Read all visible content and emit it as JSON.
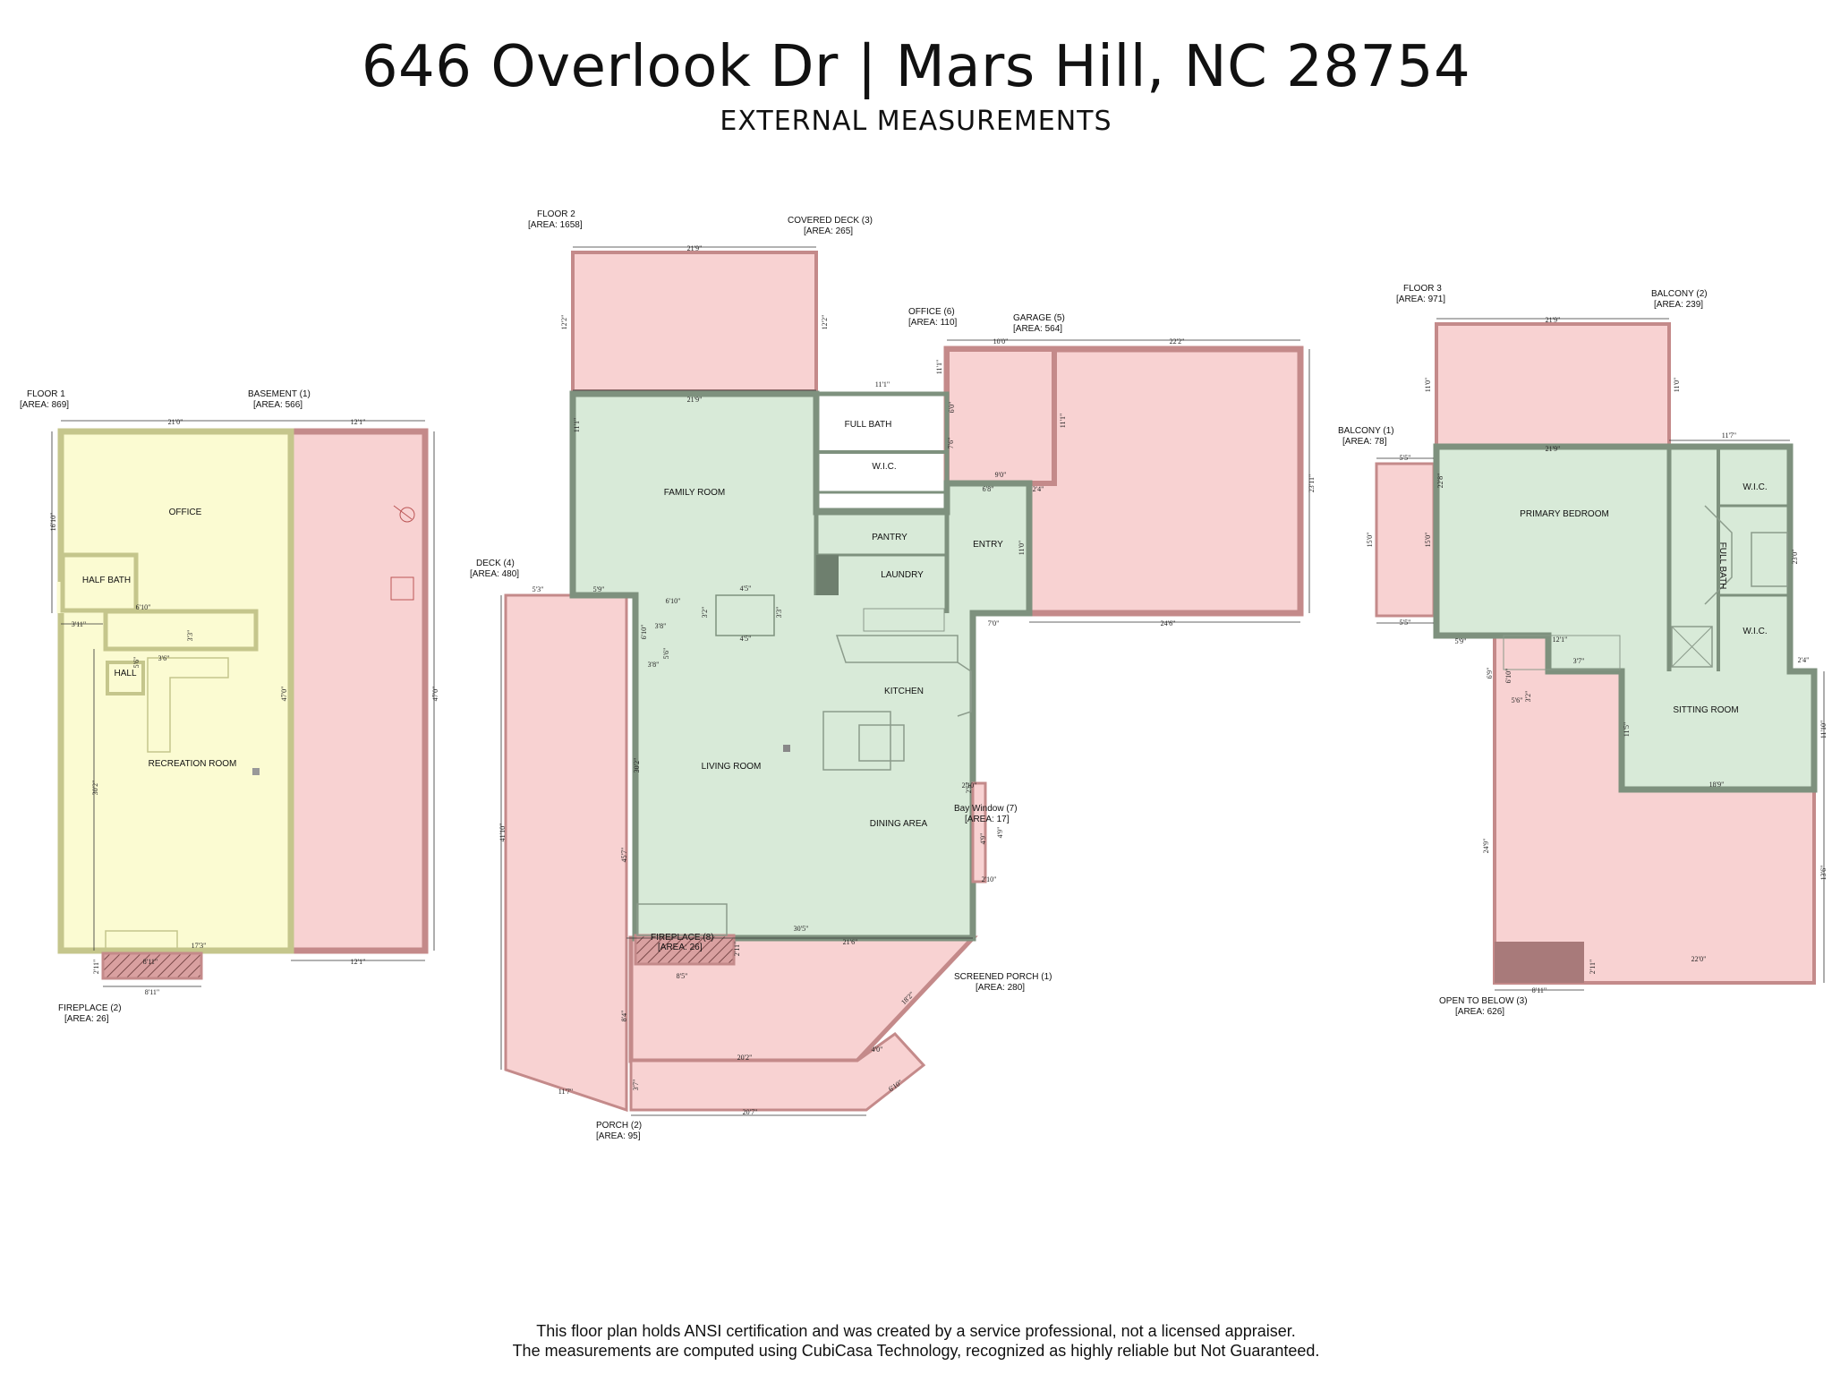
{
  "header": {
    "title": "646 Overlook Dr | Mars Hill, NC 28754",
    "subtitle": "EXTERNAL MEASUREMENTS"
  },
  "footer": {
    "line1": "This floor plan holds ANSI certification and was created by a service professional, not a licensed appraiser.",
    "line2": "The measurements are computed using CubiCasa Technology, recognized as highly reliable but Not Guaranteed."
  },
  "colors": {
    "living_area": "#d8ead8",
    "non_living_area": "#f8d2d2",
    "basement_area": "#fbfbd2",
    "wall_living": "#7e917e",
    "wall_non_living": "#c48a8a",
    "wall_basement": "#c5c68c",
    "fireplace": "#a87a7a"
  },
  "floor1": {
    "floor_label": "FLOOR 1",
    "floor_area": "[AREA: 869]",
    "basement_label": "BASEMENT (1)",
    "basement_area": "[AREA: 566]",
    "fireplace_label": "FIREPLACE (2)",
    "fireplace_area": "[AREA: 26]",
    "rooms": {
      "office": "OFFICE",
      "half_bath": "HALF BATH",
      "hall": "HALL",
      "recreation_room": "RECREATION ROOM"
    },
    "dims": {
      "top_office": "21'0\"",
      "top_basement": "12'1\"",
      "left_office": "16'10\"",
      "left_bath": "3'11\"",
      "stair": "6'10\"",
      "stair_v": "3'3\"",
      "hall_v": "5'6\"",
      "hall_w": "3'6\"",
      "left_rec": "30'2\"",
      "right_mid": "47'0\"",
      "right_basement": "47'0\"",
      "fireplace_in": "8'11\"",
      "fireplace_bottom": "8'11\"",
      "fireplace_side": "2'11\"",
      "rec_bottom": "17'3\"",
      "basement_bottom": "12'1\""
    }
  },
  "floor2": {
    "floor_label": "FLOOR 2",
    "floor_area": "[AREA: 1658]",
    "covered_deck_label": "COVERED DECK (3)",
    "covered_deck_area": "[AREA: 265]",
    "office_label": "OFFICE (6)",
    "office_area": "[AREA: 110]",
    "garage_label": "GARAGE (5)",
    "garage_area": "[AREA: 564]",
    "deck_label": "DECK (4)",
    "deck_area": "[AREA: 480]",
    "screened_porch_label": "SCREENED PORCH (1)",
    "screened_porch_area": "[AREA: 280]",
    "porch_label": "PORCH (2)",
    "porch_area": "[AREA: 95]",
    "fireplace_label": "FIREPLACE (8)",
    "fireplace_area": "[AREA: 26]",
    "bay_window_label": "Bay Window (7)",
    "bay_window_area": "[AREA: 17]",
    "rooms": {
      "family_room": "FAMILY ROOM",
      "full_bath": "FULL BATH",
      "wic": "W.I.C.",
      "pantry": "PANTRY",
      "laundry": "LAUNDRY",
      "entry": "ENTRY",
      "kitchen": "KITCHEN",
      "living_room": "LIVING ROOM",
      "dining_area": "DINING AREA"
    },
    "dims": {
      "covered_deck_top": "21'9\"",
      "covered_deck_left": "12'2\"",
      "covered_deck_right": "12'2\"",
      "family_top": "21'9\"",
      "family_left": "11'1\"",
      "bath_top": "11'1\"",
      "office_top": "10'0\"",
      "garage_top": "22'2\"",
      "office_left": "11'1\"",
      "office_right": "6'0\"",
      "office_inner_v": "11'1\"",
      "office_bottom": "9'0\"",
      "entry_top": "6'8\"",
      "entry_top2": "2'4\"",
      "entry_right": "11'0\"",
      "garage_right": "23'11\"",
      "bath_side": "7'6\"",
      "entry_bottom": "7'0\"",
      "garage_bottom": "24'6\"",
      "deck_top": "5'3\"",
      "deck_top2": "5'9\"",
      "stair_a": "4'5\"",
      "stair_b": "6'10\"",
      "stair_c": "3'8\"",
      "stair_d": "4'5\"",
      "stair_e": "3'3\"",
      "stair_f": "6'10\"",
      "stair_g": "3'8\"",
      "stair_v1": "5'6\"",
      "stair_v2": "3'2\"",
      "living_left": "30'2\"",
      "living_left2": "45'7\"",
      "deck_left": "41'10\"",
      "deck_bottom": "11'7\"",
      "living_bottom": "30'5\"",
      "porch_top": "21'6\"",
      "fireplace_w": "8'5\"",
      "fireplace_side": "2'11\"",
      "screened_diag": "18'2\"",
      "screened_inner": "20'2\"",
      "porch_bottom": "20'7\"",
      "porch_side": "3'7\"",
      "porch_diag": "6'10\"",
      "porch_small": "4'0\"",
      "deck_side2": "8'4\"",
      "bay_a": "2'10\"",
      "bay_b": "4'9\"",
      "bay_c": "2'10\"",
      "bay_d": "4'9\"",
      "bay_e": "2'5\""
    }
  },
  "floor3": {
    "floor_label": "FLOOR 3",
    "floor_area": "[AREA: 971]",
    "balcony2_label": "BALCONY (2)",
    "balcony2_area": "[AREA: 239]",
    "balcony1_label": "BALCONY (1)",
    "balcony1_area": "[AREA: 78]",
    "open_below_label": "OPEN TO BELOW (3)",
    "open_below_area": "[AREA: 626]",
    "rooms": {
      "primary_bedroom": "PRIMARY BEDROOM",
      "wic_top": "W.I.C.",
      "full_bath": "FULL BATH",
      "wic_bottom": "W.I.C.",
      "sitting_room": "SITTING ROOM"
    },
    "dims": {
      "balcony2_top": "21'9\"",
      "balcony2_left": "11'0\"",
      "balcony2_right": "11'0\"",
      "bedroom_top": "21'9\"",
      "bath_top": "11'7\"",
      "balcony1_top": "5'5\"",
      "balcony1_bottom": "5'5\"",
      "balcony1_left": "15'0\"",
      "balcony1_right": "15'0\"",
      "bedroom_left": "22'8\"",
      "bath_right": "23'0\"",
      "stair_top": "12'1\"",
      "stair_left": "5'9\"",
      "stair_a": "3'7\"",
      "stair_b": "6'9\"",
      "stair_c": "6'10\"",
      "stair_d": "3'2\"",
      "stair_e": "5'6\"",
      "sitting_right": "11'10\"",
      "sitting_left": "11'5\"",
      "sitting_bottom": "18'9\"",
      "sitting_corner": "2'4\"",
      "open_left": "24'9\"",
      "open_right": "13'6\"",
      "open_bottom": "22'0\"",
      "open_bottom_left": "8'11\"",
      "open_side": "2'11\""
    }
  }
}
